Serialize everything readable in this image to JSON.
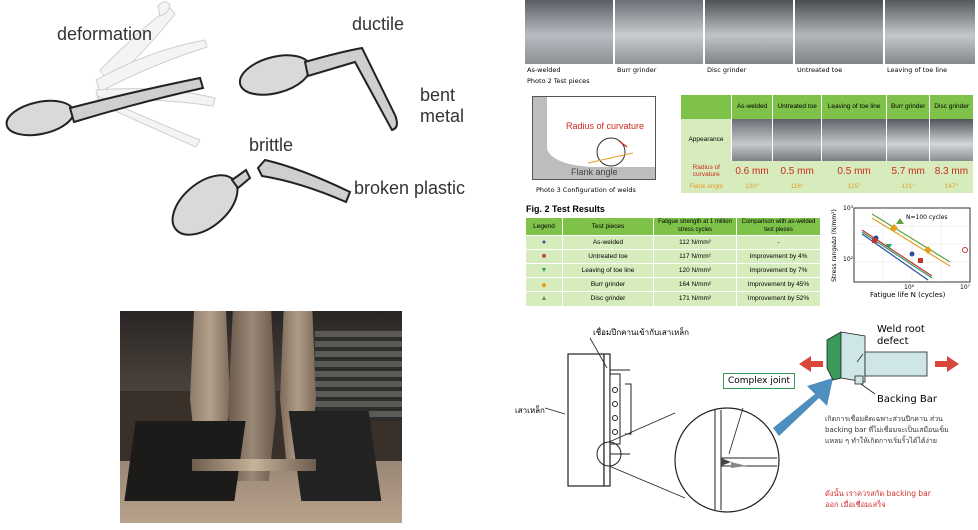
{
  "spoons": {
    "deformation": "deformation",
    "ductile": "ductile",
    "bent_metal": "bent metal",
    "brittle": "brittle",
    "broken_plastic": "broken plastic"
  },
  "weld": {
    "photo_labels": [
      "As-welded",
      "Burr grinder",
      "Disc grinder",
      "Untreated toe",
      "Leaving of toe line"
    ],
    "photo2_caption": "Photo 2 Test pieces",
    "photo3_caption": "Photo 3 Configuration of welds",
    "radius_label": "Radius of curvature",
    "flank_label": "Flank angle",
    "appearance_table": {
      "headers": [
        "As-welded",
        "Untreated toe",
        "Leaving of toe line",
        "Burr grinder",
        "Disc grinder"
      ],
      "row_appearance": "Appearance",
      "row_radius": "Radius of curvature",
      "radius_values": [
        "0.6 mm",
        "0.5 mm",
        "0.5 mm",
        "5.7 mm",
        "8.3 mm"
      ],
      "row_flank": "Flank angle",
      "flank_values": [
        "120°",
        "116°",
        "125°",
        "121°",
        "147°"
      ]
    },
    "fig2_title": "Fig. 2 Test Results",
    "results_table": {
      "headers": [
        "Legend",
        "Test pieces",
        "Fatigue strength at 1 million stress cycles",
        "Comparison with as-welded test pieces"
      ],
      "rows": [
        {
          "piece": "As-welded",
          "strength": "112 N/mm²",
          "comparison": "-",
          "color": "#2b4fa0",
          "mark": "●"
        },
        {
          "piece": "Untreated toe",
          "strength": "117 N/mm²",
          "comparison": "Improvement by 4%",
          "color": "#c0392b",
          "mark": "■"
        },
        {
          "piece": "Leaving of toe line",
          "strength": "120 N/mm²",
          "comparison": "Improvement by 7%",
          "color": "#2e9c6a",
          "mark": "▼"
        },
        {
          "piece": "Burr grinder",
          "strength": "164 N/mm²",
          "comparison": "Improvement by 45%",
          "color": "#e1a020",
          "mark": "◆"
        },
        {
          "piece": "Disc grinder",
          "strength": "171 N/mm²",
          "comparison": "Improvement by 52%",
          "color": "#5aa040",
          "mark": "▲"
        }
      ]
    },
    "plot": {
      "ylabel": "Stress range∆σ (N/mm²)",
      "xlabel": "Fatigue life N (cycles)",
      "annotation": "N=100 cycles",
      "yticks": [
        "10³",
        "10²"
      ],
      "xticks": [
        "10⁶",
        "10⁷"
      ]
    }
  },
  "diagram": {
    "label_beam_weld": "เชื่อมปีกคานเข้ากับเสาเหล็ก",
    "label_column": "เสาเหล็ก",
    "complex_joint": "Complex joint",
    "weld_root_defect": "Weld root defect",
    "backing_bar": "Backing Bar",
    "description": "เกิดการเชื่อมติดเฉพาะส่วนปีกคาน ส่วน backing bar ที่ไม่เชื่อมจะเป็นเสมือนเข็มแหลม ๆ ทำให้เกิดการเริ่มริ้วได้ได้ง่าย",
    "warning": "ดังนั้น เราควรสกัด backing bar ออก เมื่อเชื่อมเสร็จ"
  },
  "colors": {
    "table_header_green": "#7fc24a",
    "table_cell_green": "#d7ecbd",
    "radius_red": "#cc2a1a",
    "flank_orange": "#e49b2a",
    "arrow_blue": "#4f8fc0",
    "joint_green": "#3a9a5a",
    "red_arrow": "#d9473a",
    "warning_red": "#d32f2f"
  }
}
